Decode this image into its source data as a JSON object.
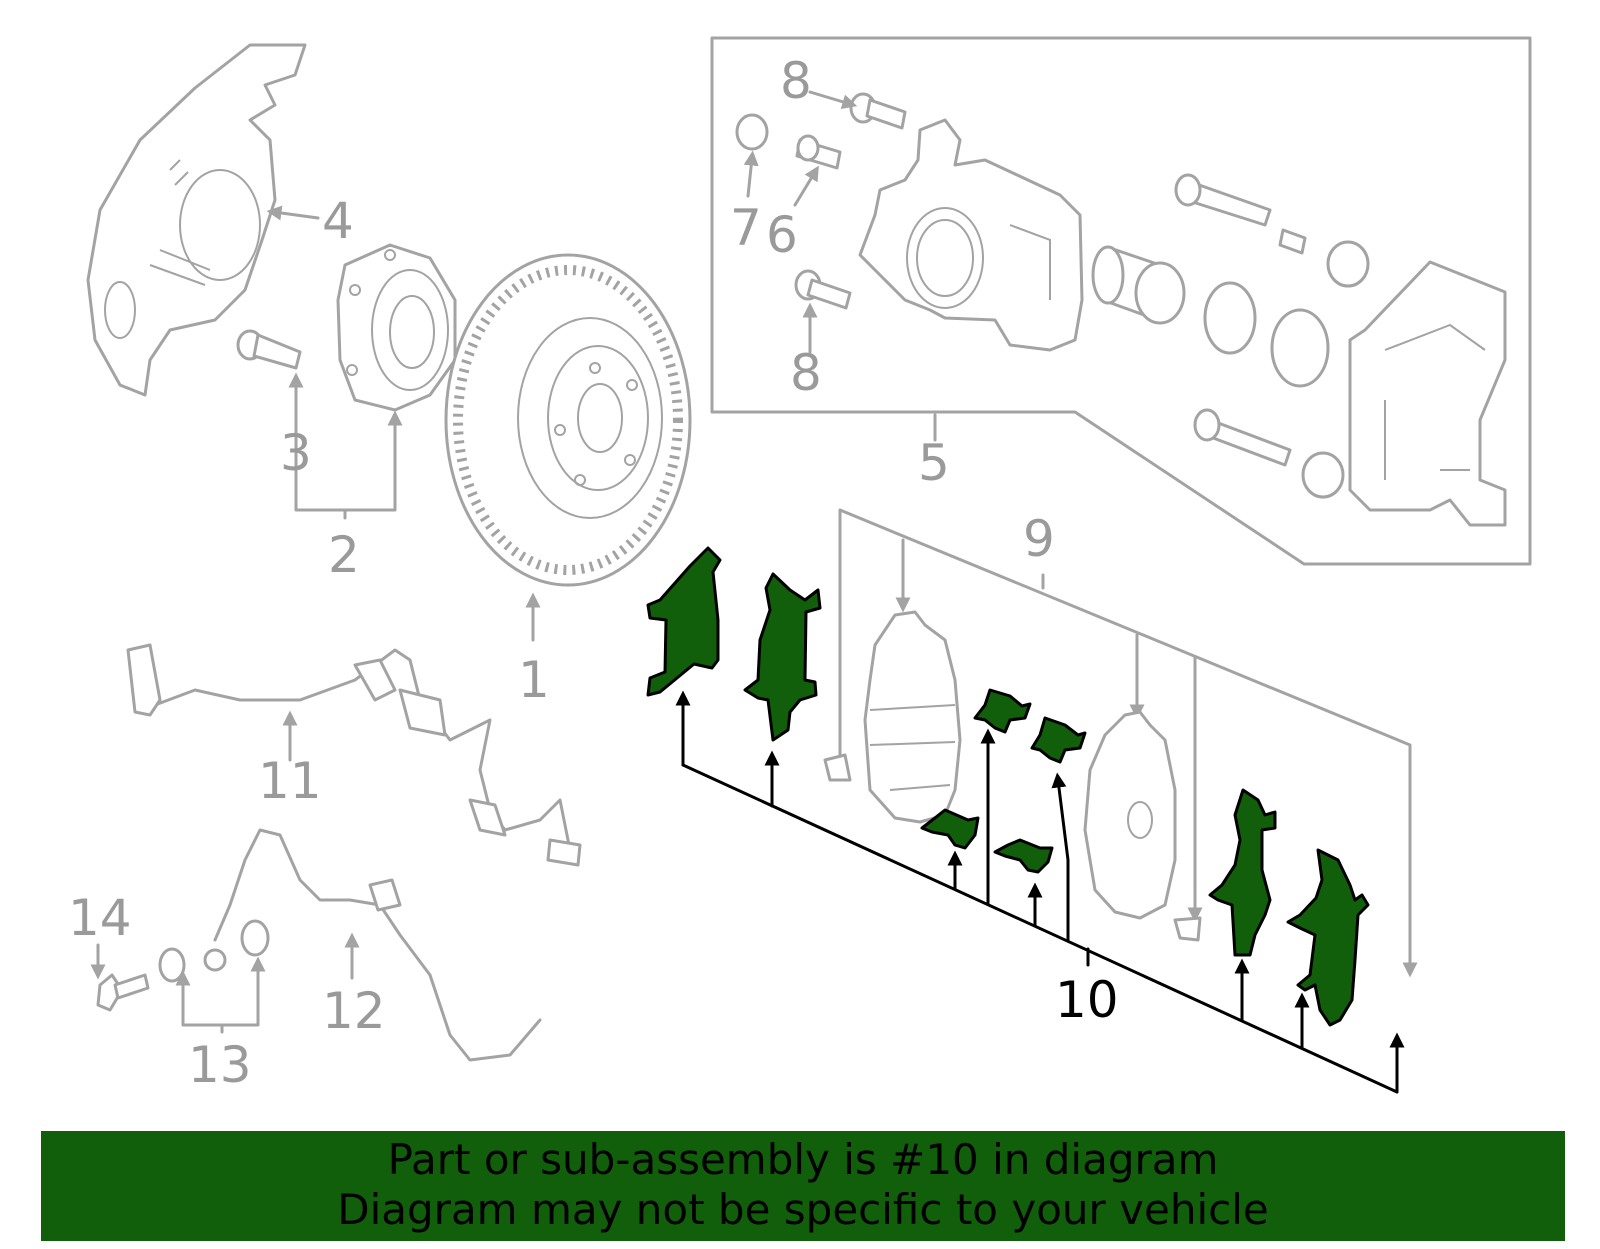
{
  "callouts": {
    "c1": "1",
    "c2": "2",
    "c3": "3",
    "c4": "4",
    "c5": "5",
    "c6": "6",
    "c7": "7",
    "c8a": "8",
    "c8b": "8",
    "c9": "9",
    "c10": "10",
    "c11": "11",
    "c12": "12",
    "c13": "13",
    "c14": "14"
  },
  "highlight": {
    "color": "#115e0b",
    "part_number": "10"
  },
  "footer": {
    "line1": "Part or sub-assembly is #10 in diagram",
    "line2": "Diagram may not be specific to your vehicle"
  }
}
